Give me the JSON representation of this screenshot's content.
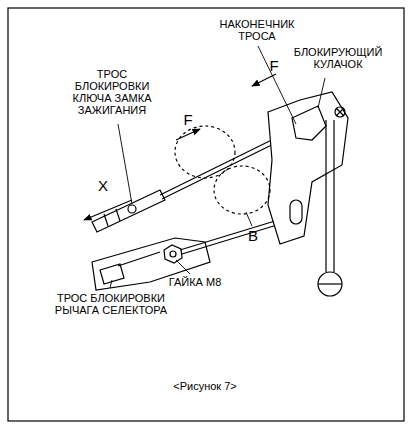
{
  "diagram": {
    "caption": "<Рисунок 7>",
    "labels": [
      "ТРОС БЛОКИРОВКИ КЛЮЧА ЗАМКА ЗАЖИГАНИЯ",
      "НАКОНЕЧНИК ТРОСА",
      "F",
      "БЛОКИРУЮЩИЙ КУЛАЧОК",
      "F",
      "X",
      "B",
      "ГАЙКА М8",
      "ТРОС БЛОКИРОВКИ РЫЧАГА СЕЛЕКТОРА"
    ]
  }
}
